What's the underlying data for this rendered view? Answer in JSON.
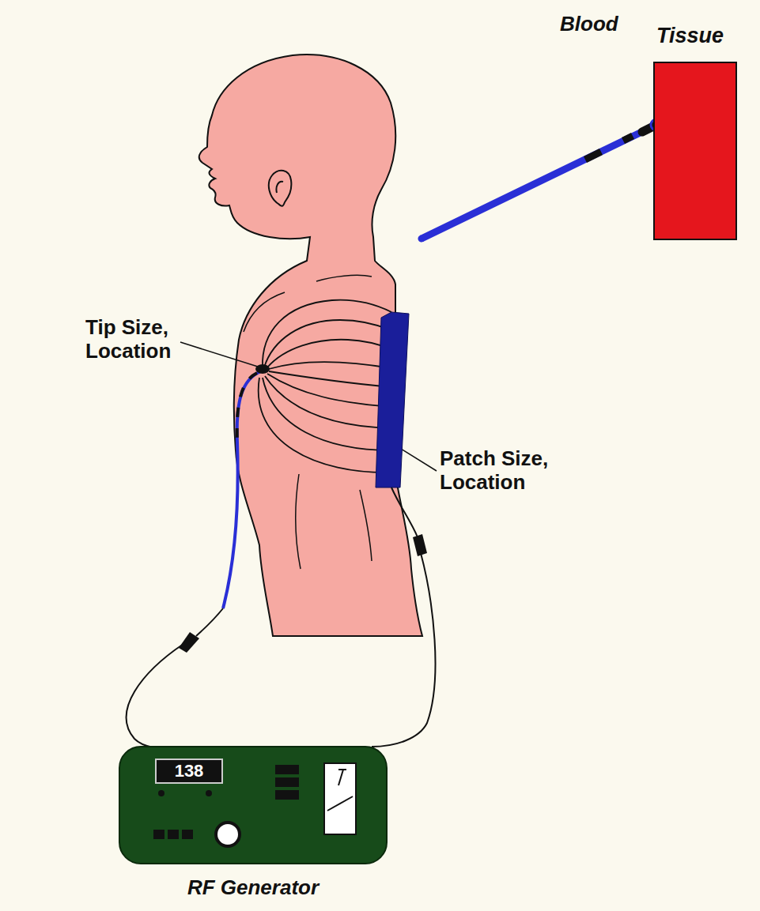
{
  "diagram": {
    "nodes": [
      {
        "text": [
          "Tissue"
        ]
      },
      {
        "text": [
          "RF Generator"
        ]
      },
      {
        "text": [
          "138"
        ],
        "in": 1
      }
    ],
    "labels": [
      "Blood",
      "Tip Size, Location",
      "Patch Size, Location"
    ]
  }
}
